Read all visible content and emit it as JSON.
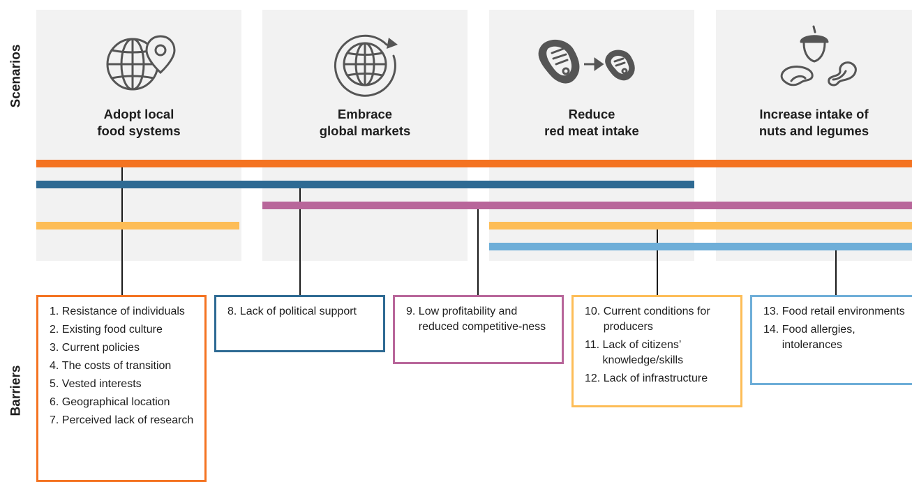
{
  "labels": {
    "scenarios": "Scenarios",
    "barriers": "Barriers"
  },
  "colors": {
    "orange": "#f47321",
    "dark_blue": "#2e6a93",
    "mauve": "#b8669a",
    "yellow": "#fdbd57",
    "light_blue": "#6eaed8",
    "panel_bg": "#f2f2f2",
    "icon_stroke": "#555555"
  },
  "scenarios": [
    {
      "line1": "Adopt local",
      "line2": "food systems",
      "icon": "globe-location-pin-icon"
    },
    {
      "line1": "Embrace",
      "line2": "global markets",
      "icon": "globe-circular-arrow-icon"
    },
    {
      "line1": "Reduce",
      "line2": "red meat intake",
      "icon": "steak-to-small-steak-icon"
    },
    {
      "line1": "Increase intake of",
      "line2": "nuts and legumes",
      "icon": "acorn-and-beans-icon"
    }
  ],
  "barrier_groups": [
    {
      "color": "orange",
      "items": [
        {
          "num": "1.",
          "text": "Resistance of individuals"
        },
        {
          "num": "2.",
          "text": "Existing food culture"
        },
        {
          "num": "3.",
          "text": "Current policies"
        },
        {
          "num": "4.",
          "text": "The costs of transition"
        },
        {
          "num": "5.",
          "text": "Vested interests"
        },
        {
          "num": "6.",
          "text": "Geographical location"
        },
        {
          "num": "7.",
          "text": "Perceived lack of research"
        }
      ]
    },
    {
      "color": "dark_blue",
      "items": [
        {
          "num": "8.",
          "text": "Lack of political support"
        }
      ]
    },
    {
      "color": "mauve",
      "items": [
        {
          "num": "9.",
          "text": "Low profitability and reduced competitive-ness"
        }
      ]
    },
    {
      "color": "yellow",
      "items": [
        {
          "num": "10.",
          "text": "Current conditions for producers"
        },
        {
          "num": "11.",
          "text": "Lack of citizens’ knowledge/skills"
        },
        {
          "num": "12.",
          "text": "Lack of infrastructure"
        }
      ]
    },
    {
      "color": "light_blue",
      "items": [
        {
          "num": "13.",
          "text": "Food retail environments"
        },
        {
          "num": "14.",
          "text": "Food allergies, intolerances"
        }
      ]
    }
  ]
}
